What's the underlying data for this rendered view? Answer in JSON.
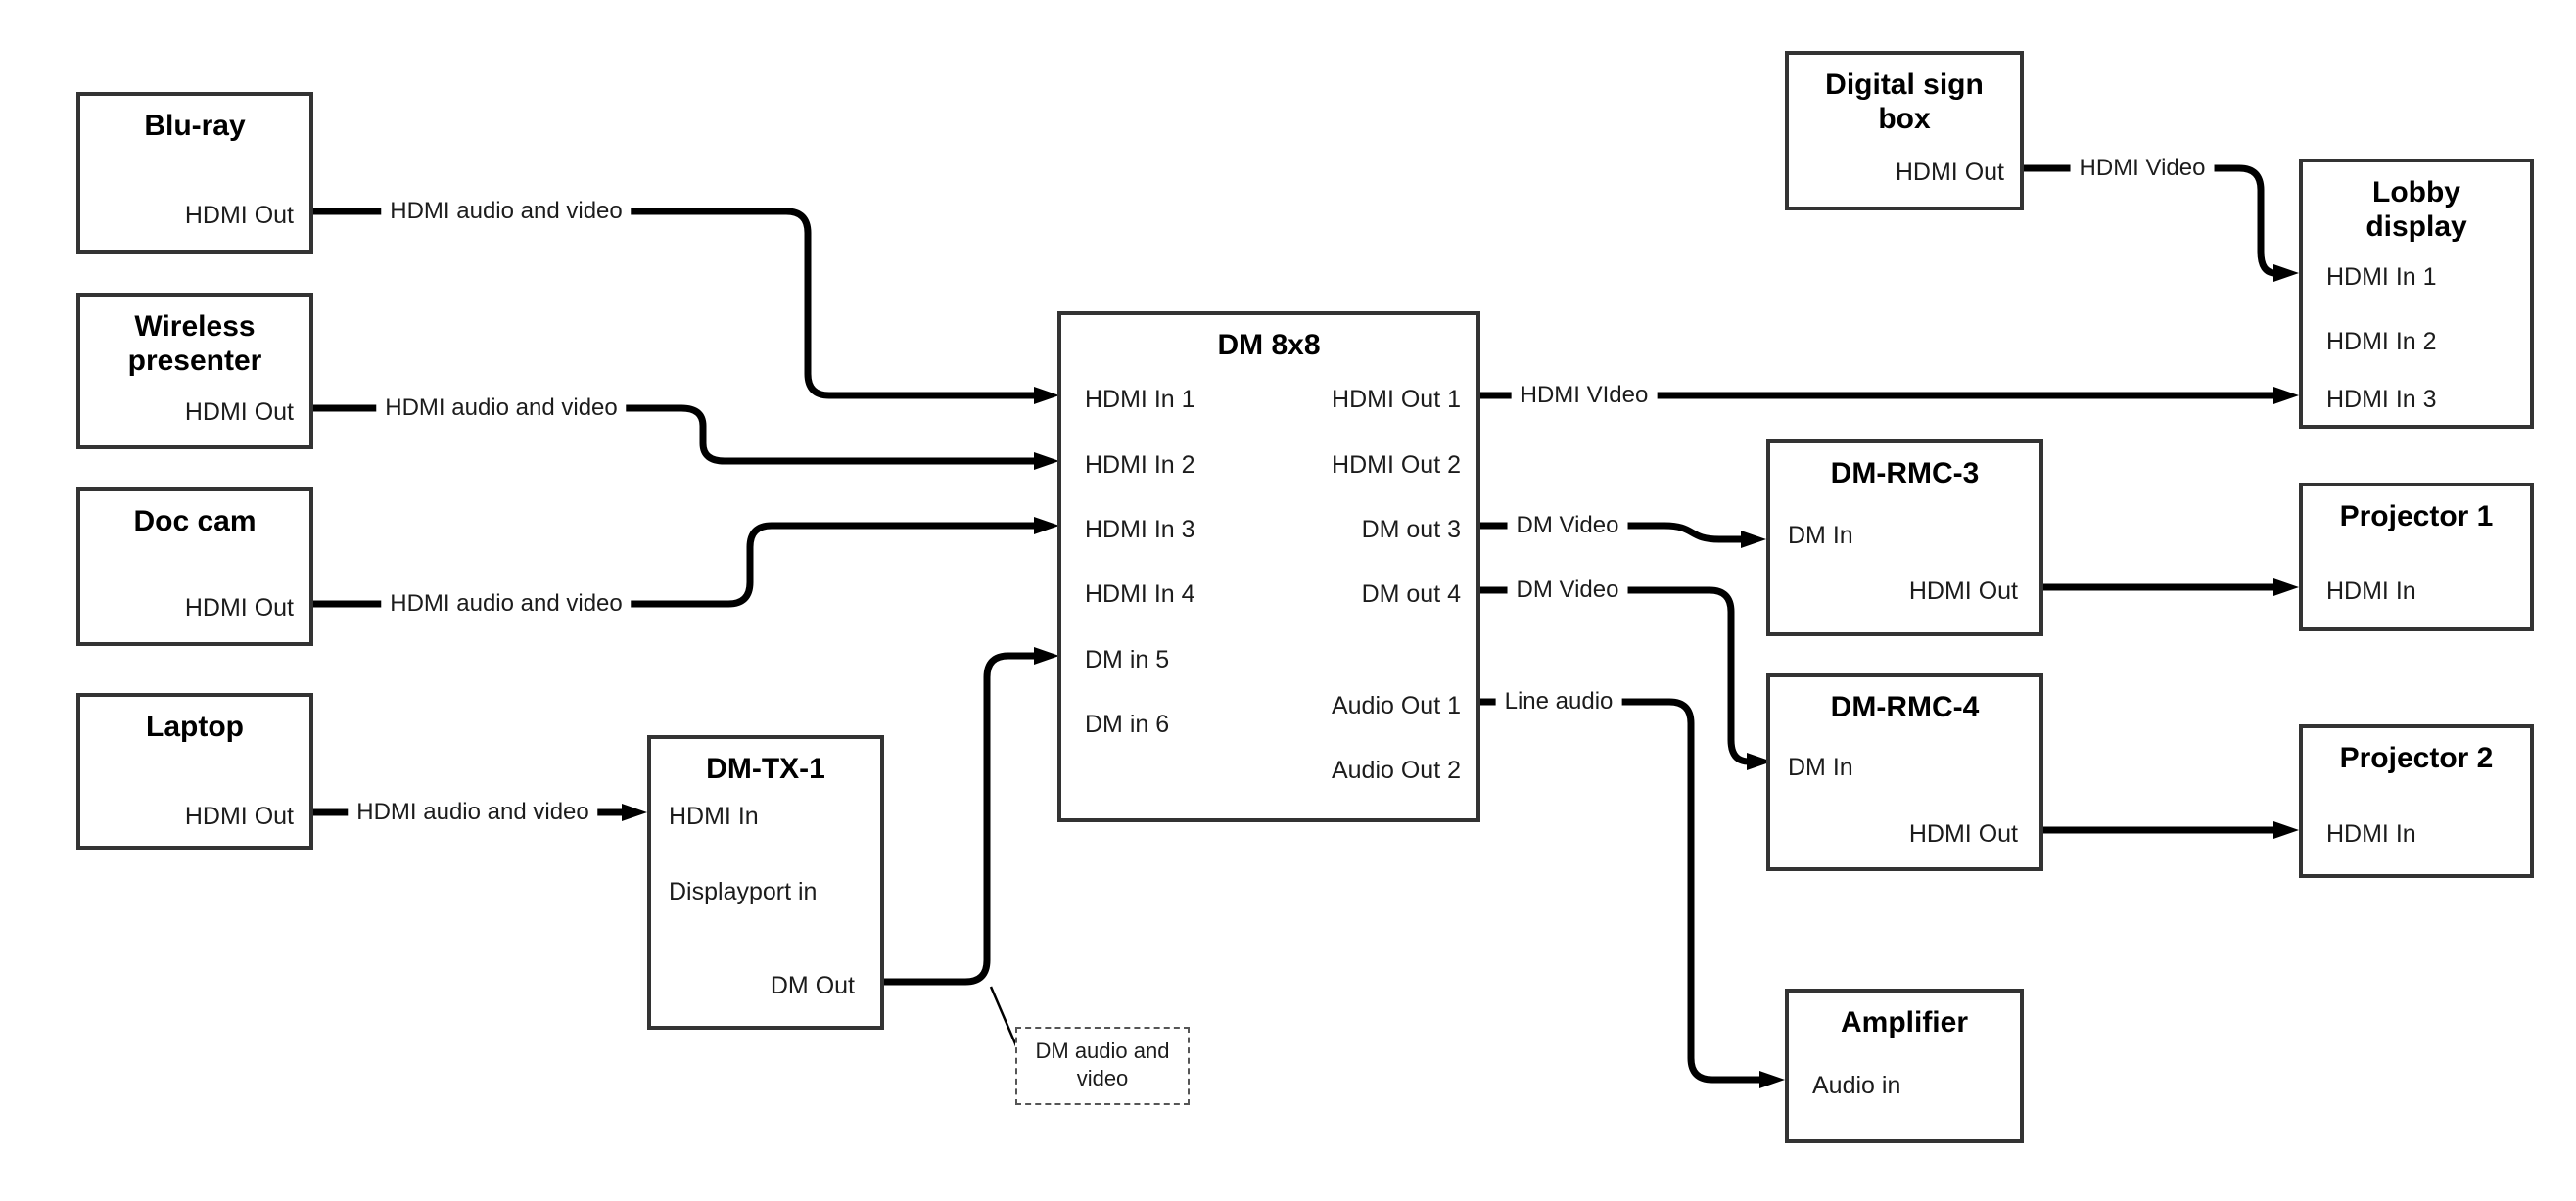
{
  "canvas": {
    "background": "#ffffff",
    "line_color": "#000000",
    "box_border_color": "#333333"
  },
  "nodes": {
    "bluray": {
      "title": "Blu-ray",
      "ports": {
        "hdmi_out": "HDMI Out"
      }
    },
    "wireless_presenter": {
      "title": "Wireless presenter",
      "ports": {
        "hdmi_out": "HDMI Out"
      }
    },
    "doc_cam": {
      "title": "Doc cam",
      "ports": {
        "hdmi_out": "HDMI Out"
      }
    },
    "laptop": {
      "title": "Laptop",
      "ports": {
        "hdmi_out": "HDMI Out"
      }
    },
    "dm_tx_1": {
      "title": "DM-TX-1",
      "ports": {
        "hdmi_in": "HDMI In",
        "displayport_in": "Displayport in",
        "dm_out": "DM Out"
      }
    },
    "dm_8x8": {
      "title": "DM 8x8",
      "ports": {
        "hdmi_in_1": "HDMI In 1",
        "hdmi_in_2": "HDMI In 2",
        "hdmi_in_3": "HDMI In 3",
        "hdmi_in_4": "HDMI In 4",
        "dm_in_5": "DM in 5",
        "dm_in_6": "DM in 6",
        "hdmi_out_1": "HDMI Out 1",
        "hdmi_out_2": "HDMI Out 2",
        "dm_out_3": "DM out 3",
        "dm_out_4": "DM out 4",
        "audio_out_1": "Audio Out 1",
        "audio_out_2": "Audio Out 2"
      }
    },
    "digital_sign_box": {
      "title": "Digital sign box",
      "ports": {
        "hdmi_out": "HDMI Out"
      }
    },
    "lobby_display": {
      "title": "Lobby display",
      "ports": {
        "hdmi_in_1": "HDMI In 1",
        "hdmi_in_2": "HDMI In 2",
        "hdmi_in_3": "HDMI In 3"
      }
    },
    "dm_rmc_3": {
      "title": "DM-RMC-3",
      "ports": {
        "dm_in": "DM In",
        "hdmi_out": "HDMI Out"
      }
    },
    "projector_1": {
      "title": "Projector 1",
      "ports": {
        "hdmi_in": "HDMI In"
      }
    },
    "dm_rmc_4": {
      "title": "DM-RMC-4",
      "ports": {
        "dm_in": "DM In",
        "hdmi_out": "HDMI Out"
      }
    },
    "projector_2": {
      "title": "Projector 2",
      "ports": {
        "hdmi_in": "HDMI In"
      }
    },
    "amplifier": {
      "title": "Amplifier",
      "ports": {
        "audio_in": "Audio in"
      }
    }
  },
  "connections": [
    {
      "from": "Blu-ray HDMI Out",
      "to": "DM 8x8 HDMI In 1",
      "label": "HDMI audio and video"
    },
    {
      "from": "Wireless presenter HDMI Out",
      "to": "DM 8x8 HDMI In 2",
      "label": "HDMI audio and video"
    },
    {
      "from": "Doc cam HDMI Out",
      "to": "DM 8x8 HDMI In 3",
      "label": "HDMI audio and video"
    },
    {
      "from": "Laptop HDMI Out",
      "to": "DM-TX-1 HDMI In",
      "label": "HDMI audio and video"
    },
    {
      "from": "DM-TX-1 DM Out",
      "to": "DM 8x8 DM in 5",
      "label": ""
    },
    {
      "from": "DM 8x8 HDMI Out 1",
      "to": "Lobby display HDMI In 3",
      "label": "HDMI VIdeo"
    },
    {
      "from": "DM 8x8 DM out 3",
      "to": "DM-RMC-3 DM In",
      "label": "DM Video"
    },
    {
      "from": "DM 8x8 DM out 4",
      "to": "DM-RMC-4 DM In",
      "label": "DM Video"
    },
    {
      "from": "DM 8x8 Audio Out 1",
      "to": "Amplifier Audio in",
      "label": "Line audio"
    },
    {
      "from": "DM-RMC-3 HDMI Out",
      "to": "Projector 1 HDMI In",
      "label": ""
    },
    {
      "from": "DM-RMC-4 HDMI Out",
      "to": "Projector 2 HDMI In",
      "label": ""
    },
    {
      "from": "Digital sign box HDMI Out",
      "to": "Lobby display HDMI In 1",
      "label": "HDMI Video"
    }
  ],
  "note": {
    "text": "DM audio and video"
  }
}
